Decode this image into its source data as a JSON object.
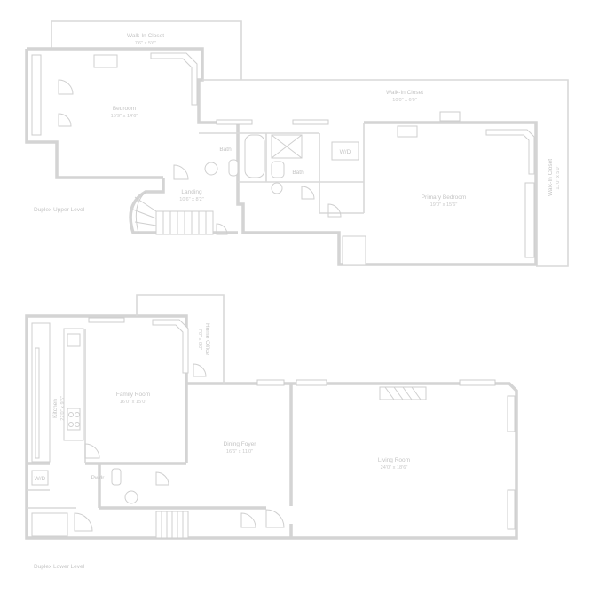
{
  "upper_level": {
    "floor_label": "Duplex Upper Level",
    "rooms": {
      "walkin_upper": {
        "name": "Walk-In Closet",
        "dims": "7'6\" x 5'6\""
      },
      "bedroom": {
        "name": "Bedroom",
        "dims": "15'9\" x 14'6\""
      },
      "bath_left": {
        "name": "Bath",
        "dims": ""
      },
      "landing": {
        "name": "Landing",
        "dims": "10'6\" x 8'2\""
      },
      "bath_right": {
        "name": "Bath",
        "dims": ""
      },
      "wdryer": {
        "name": "W/D",
        "dims": ""
      },
      "walkin_primary": {
        "name": "Walk-In Closet",
        "dims": "10'0\" x 6'0\""
      },
      "primary_bedroom": {
        "name": "Primary Bedroom",
        "dims": "19'0\" x 15'6\""
      },
      "walkin_side": {
        "name": "Walk-In Closet",
        "dims": "11'0\" x 5'0\""
      }
    }
  },
  "lower_level": {
    "floor_label": "Duplex Lower Level",
    "rooms": {
      "kitchen": {
        "name": "Kitchen",
        "dims": "22'0\" x 9'6\""
      },
      "family_room": {
        "name": "Family Room",
        "dims": "16'0\" x 15'0\""
      },
      "home_office": {
        "name": "Home Office",
        "dims": "7'0\" x 8'0\""
      },
      "dining_foyer": {
        "name": "Dining Foyer",
        "dims": "16'6\" x 11'0\""
      },
      "living_room": {
        "name": "Living Room",
        "dims": "24'0\" x 18'6\""
      },
      "wd_lower": {
        "name": "W/D",
        "dims": ""
      },
      "pwdr": {
        "name": "Pwdr",
        "dims": ""
      }
    }
  },
  "colors": {
    "wall": "#d4d4d4",
    "text": "#c4c4c4",
    "background": "#ffffff"
  }
}
